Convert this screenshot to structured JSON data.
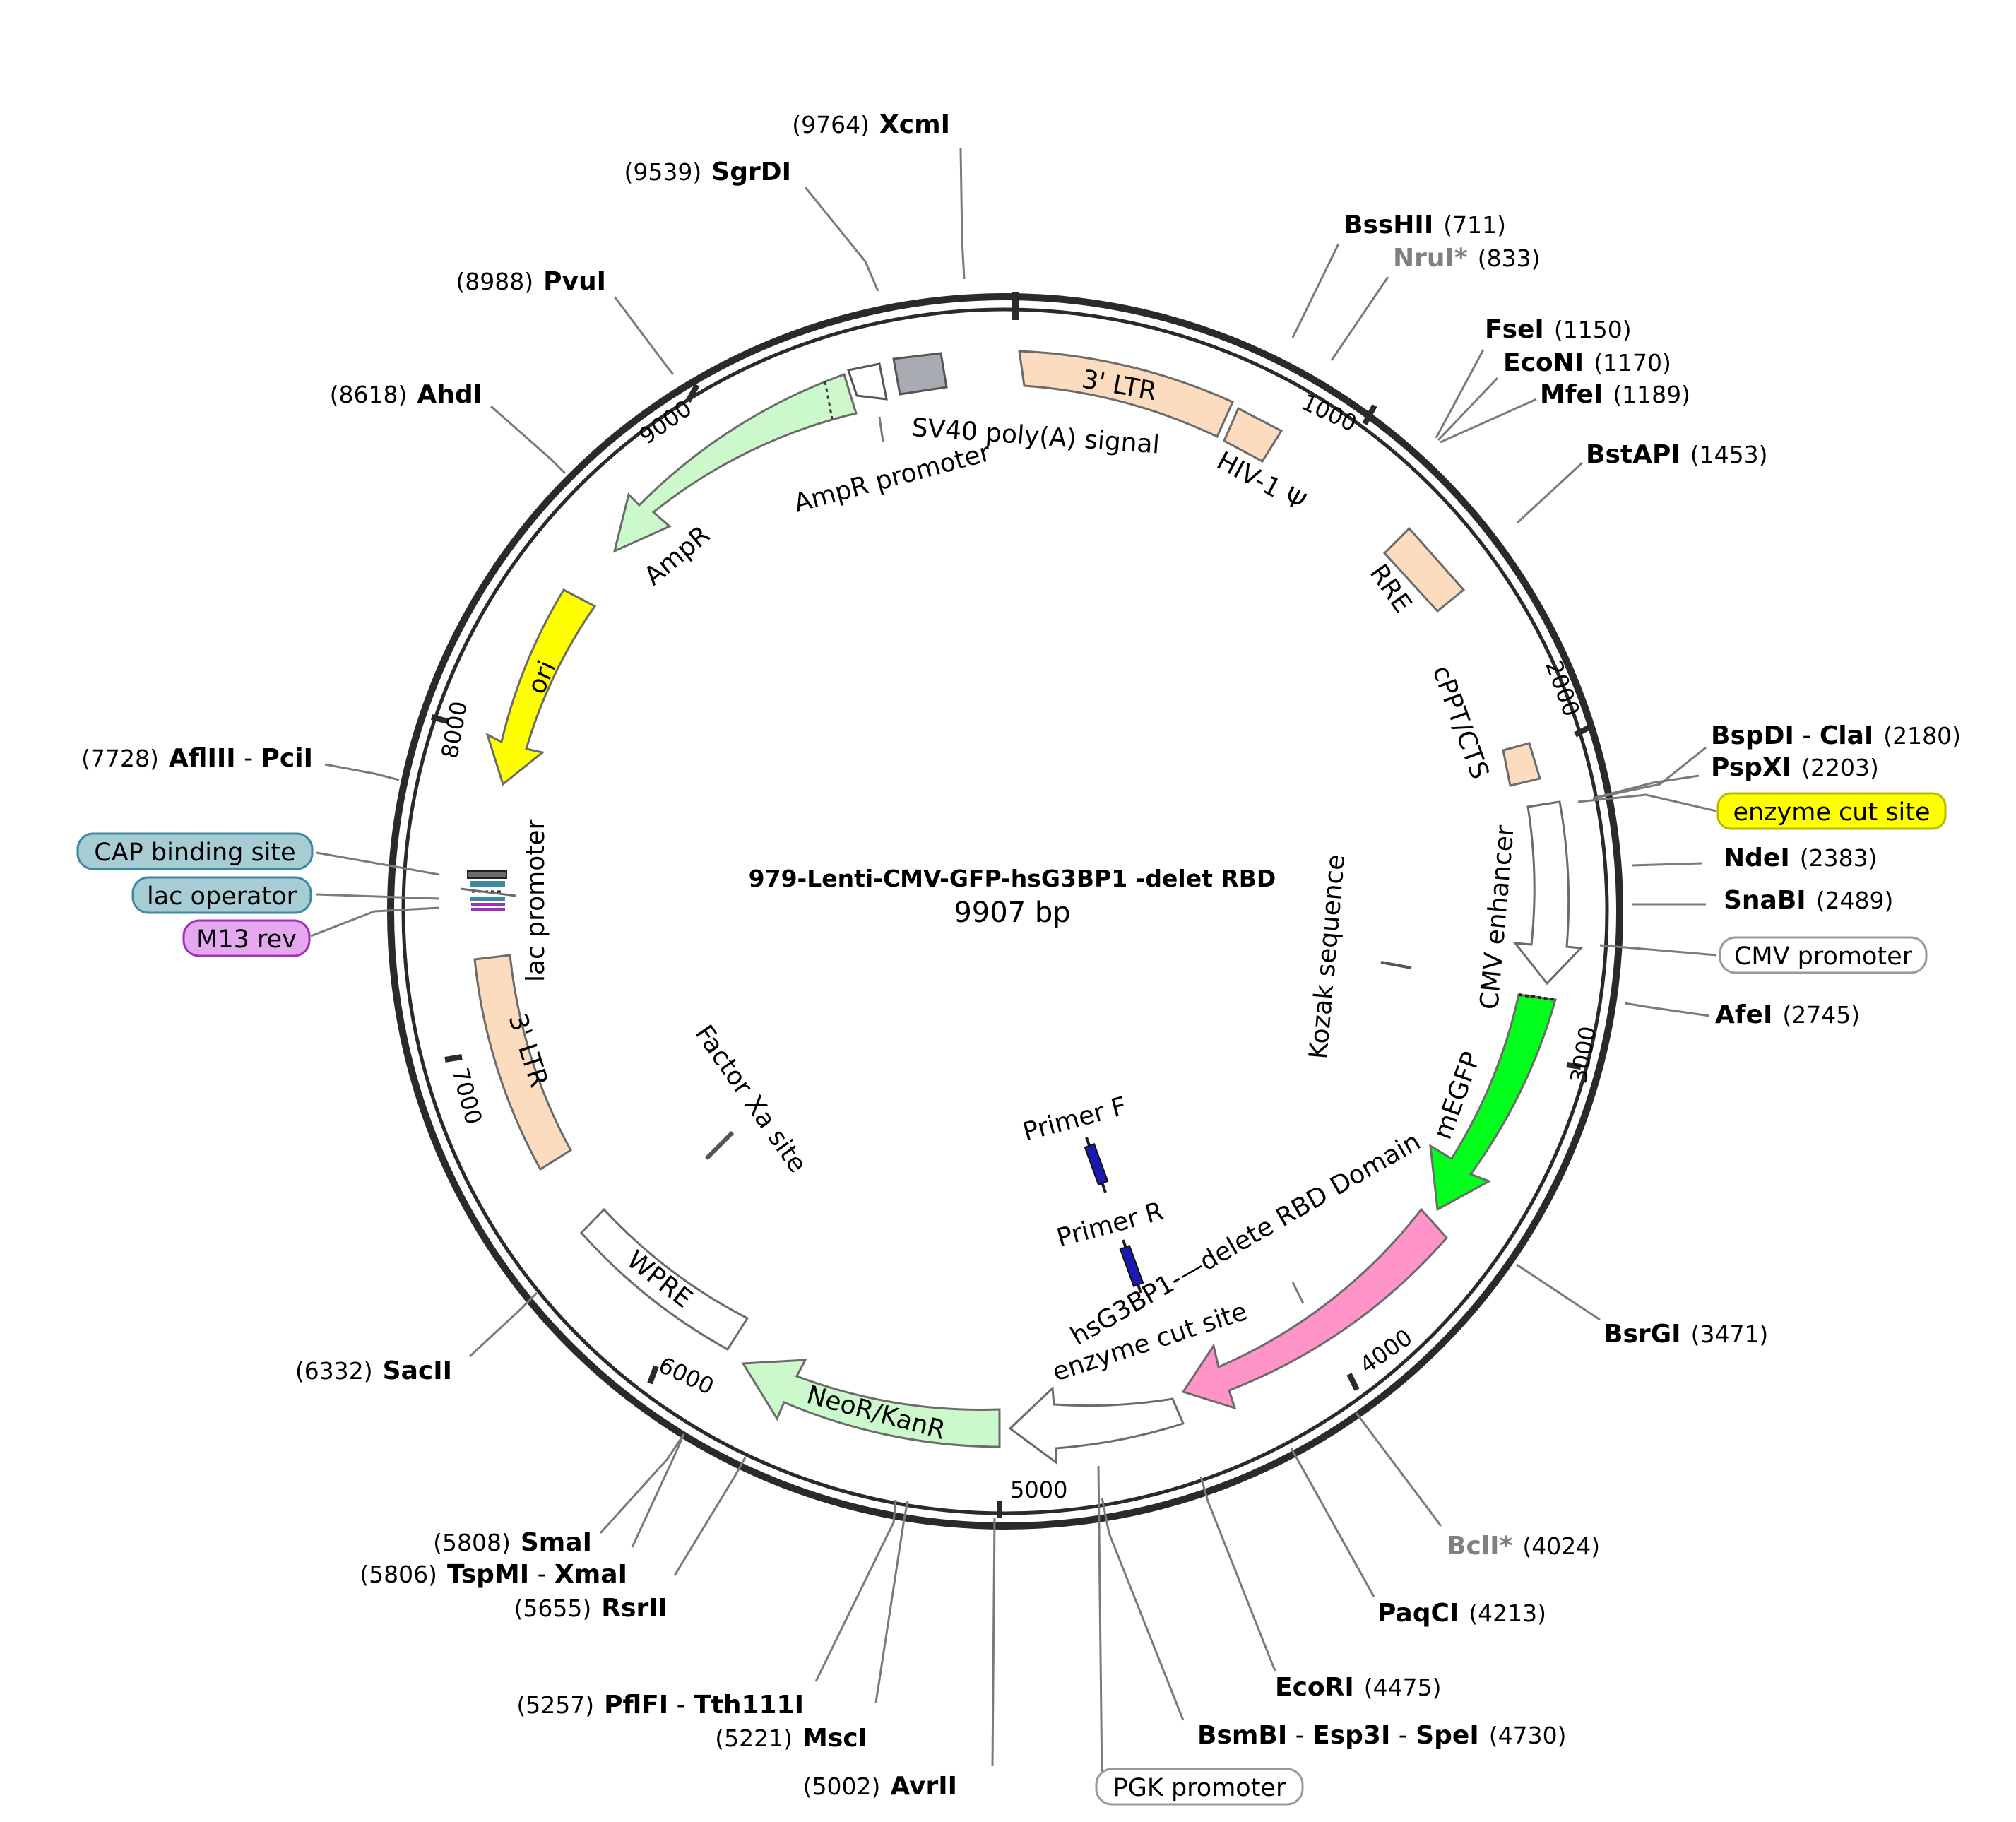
{
  "title": "979-Lenti-CMV-GFP-hsG3BP1 -delet RBD",
  "length_label": "9907 bp",
  "ticks": [
    "1000",
    "2000",
    "3000",
    "4000",
    "5000",
    "6000",
    "7000",
    "8000",
    "9000"
  ],
  "sites": [
    {
      "key": "xcmi",
      "name": "XcmI",
      "pos": "(9764)"
    },
    {
      "key": "sgrdi",
      "name": "SgrDI",
      "pos": "(9539)"
    },
    {
      "key": "pvui",
      "name": "PvuI",
      "pos": "(8988)"
    },
    {
      "key": "ahdi",
      "name": "AhdI",
      "pos": "(8618)"
    },
    {
      "key": "bsshii",
      "name": "BssHII",
      "pos": "(711)"
    },
    {
      "key": "nrui",
      "name": "NruI*",
      "pos": "(833)"
    },
    {
      "key": "fsei",
      "name": "FseI",
      "pos": "(1150)"
    },
    {
      "key": "econi",
      "name": "EcoNI",
      "pos": "(1170)"
    },
    {
      "key": "mfei",
      "name": "MfeI",
      "pos": "(1189)"
    },
    {
      "key": "bstapi",
      "name": "BstAPI",
      "pos": "(1453)"
    },
    {
      "key": "bspdi",
      "name": "BspDI",
      "name2": "ClaI",
      "pos": "(2180)"
    },
    {
      "key": "pspxi",
      "name": "PspXI",
      "pos": "(2203)"
    },
    {
      "key": "ndei",
      "name": "NdeI",
      "pos": "(2383)"
    },
    {
      "key": "snabi",
      "name": "SnaBI",
      "pos": "(2489)"
    },
    {
      "key": "afei",
      "name": "AfeI",
      "pos": "(2745)"
    },
    {
      "key": "bsrgi",
      "name": "BsrGI",
      "pos": "(3471)"
    },
    {
      "key": "bcli",
      "name": "BclI*",
      "pos": "(4024)"
    },
    {
      "key": "paqci",
      "name": "PaqCI",
      "pos": "(4213)"
    },
    {
      "key": "ecori",
      "name": "EcoRI",
      "pos": "(4475)"
    },
    {
      "key": "bsmbi",
      "name": "BsmBI",
      "name2": "Esp3I",
      "name3": "SpeI",
      "pos": "(4730)"
    },
    {
      "key": "avrii",
      "name": "AvrII",
      "pos": "(5002)"
    },
    {
      "key": "msci",
      "name": "MscI",
      "pos": "(5221)"
    },
    {
      "key": "pflfi",
      "name": "PflFI",
      "name2": "Tth111I",
      "pos": "(5257)"
    },
    {
      "key": "rsrii",
      "name": "RsrII",
      "pos": "(5655)"
    },
    {
      "key": "tspmi",
      "name": "TspMI",
      "name2": "XmaI",
      "pos": "(5806)"
    },
    {
      "key": "smai",
      "name": "SmaI",
      "pos": "(5808)"
    },
    {
      "key": "sacii",
      "name": "SacII",
      "pos": "(6332)"
    },
    {
      "key": "afliii",
      "name": "AflIII",
      "name2": "PciI",
      "pos": "(7728)"
    }
  ],
  "features": {
    "ltr3_top": "3' LTR",
    "sv40": "SV40 poly(A) signal",
    "hiv": "HIV-1 Ψ",
    "rre": "RRE",
    "cppt": "cPPT/CTS",
    "cmv_enh": "CMV enhancer",
    "kozak": "Kozak sequence",
    "megfp": "mEGFP",
    "hsg3bp1": "hsG3BP1-—delete RBD Domain",
    "enzyme_cut": "enzyme cut site",
    "primer_f": "Primer F",
    "primer_r": "Primer R",
    "factor_xa": "Factor Xa site",
    "neor": "NeoR/KanR",
    "wpre": "WPRE",
    "ltr3_left": "3' LTR",
    "lac_promoter": "lac promoter",
    "ori": "ori",
    "ampr": "AmpR",
    "ampr_promoter": "AmpR promoter"
  },
  "pills": {
    "cap": "CAP binding site",
    "lac_operator": "lac operator",
    "m13rev": "M13 rev",
    "enzyme_cut_site": "enzyme cut site",
    "cmv_promoter": "CMV promoter",
    "pgk_promoter": "PGK promoter"
  },
  "colors": {
    "ltr": "#fbdcbf",
    "ampr": "#ccf9cc",
    "ori": "#ffff00",
    "megfp": "#00ff1a",
    "hsg3bp1": "#ff94c8",
    "neor": "#ccf9cc",
    "primer": "#1a1ab0",
    "cap": "#a8ccd4",
    "m13": "#e5a8f0",
    "yellow_pill": "#ffff00"
  }
}
